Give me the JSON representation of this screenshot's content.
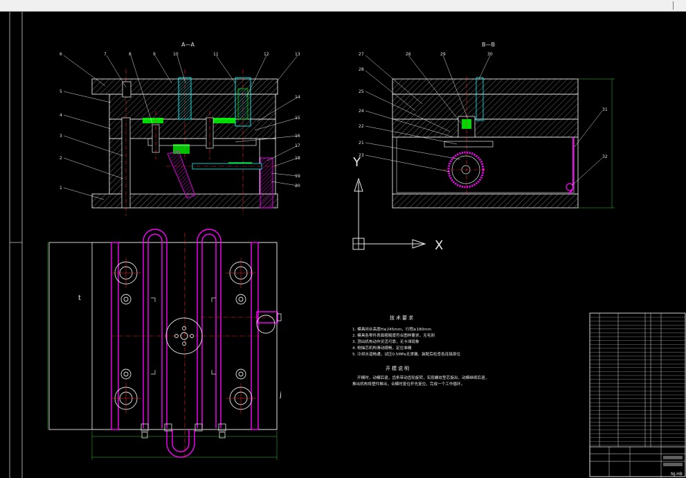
{
  "window": {
    "title": ""
  },
  "drawing": {
    "section_aa": "A—A",
    "section_bb": "B—B",
    "labels_aa_left": [
      "1",
      "2",
      "3",
      "4",
      "5",
      "6",
      "7",
      "8",
      "9",
      "10",
      "11",
      "12",
      "13"
    ],
    "labels_aa_right": [
      "14",
      "15",
      "16",
      "17",
      "18",
      "19",
      "20"
    ],
    "labels_bb": [
      "21",
      "22",
      "23",
      "24",
      "25",
      "26",
      "27",
      "28",
      "29",
      "30",
      "31",
      "32"
    ],
    "axis_x": "X",
    "axis_y": "Y",
    "plan_left_mark": "t",
    "plan_right_mark": "j",
    "tech_title": "技术要求",
    "tech_items": [
      "1. 模具闭合高度H≤245mm，行程≥180mm",
      "2. 模具各零件表面粗糙度符合图样要求，无毛刺",
      "3. 顶出机构动作灵活可靠，无卡滞现象",
      "4. 侧抽芯机构滑动顺畅，定位准确",
      "5. 冷却水道畅通，试压0.5MPa无渗漏，装配后检查各连接部位"
    ],
    "work_title": "开模说明",
    "work_text": [
      "开模时，动模后退，齿条带动齿轮旋转，实现螺纹型芯旋出，动模继续后退，",
      "推出机构将塑件推出，合模时复位杆先复位，完成一个工作循环。"
    ]
  },
  "title_block": {
    "drawing_no": "NJ-HB"
  },
  "colors": {
    "line_white": "#e8e8e8",
    "magenta": "#ff00ff",
    "cyan": "#00ffff",
    "green": "#00ff00",
    "red": "#ff2a2a",
    "dim_green": "#33cc33"
  }
}
